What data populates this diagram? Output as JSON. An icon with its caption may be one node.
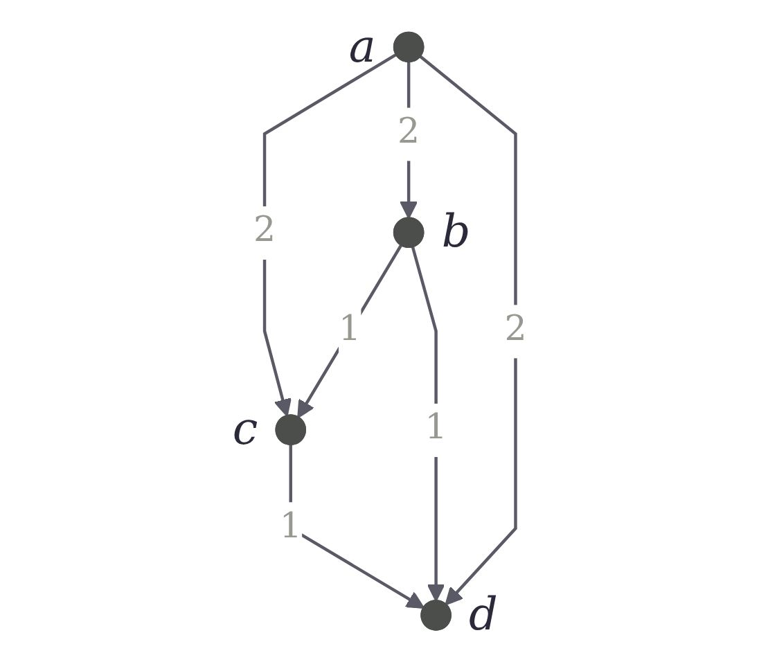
{
  "diagram": {
    "nodes": [
      {
        "text": [],
        "shape": "circle",
        "beside": [
          "a"
        ]
      },
      {
        "text": [],
        "shape": "circle",
        "beside": [
          "b"
        ]
      },
      {
        "text": [],
        "shape": "circle",
        "beside": [
          "c"
        ]
      },
      {
        "text": [],
        "shape": "circle",
        "beside": [
          "d"
        ]
      }
    ],
    "edges": [
      {
        "from": 0,
        "to": 2,
        "arrow": "to",
        "label": "2"
      },
      {
        "from": 0,
        "to": 1,
        "arrow": "to",
        "label": "2"
      },
      {
        "from": 0,
        "to": 3,
        "arrow": "to",
        "label": "2"
      },
      {
        "from": 1,
        "to": 2,
        "arrow": "to",
        "label": "1"
      },
      {
        "from": 1,
        "to": 3,
        "arrow": "to",
        "label": "1"
      },
      {
        "from": 2,
        "to": 3,
        "arrow": "to",
        "label": "1"
      }
    ]
  }
}
